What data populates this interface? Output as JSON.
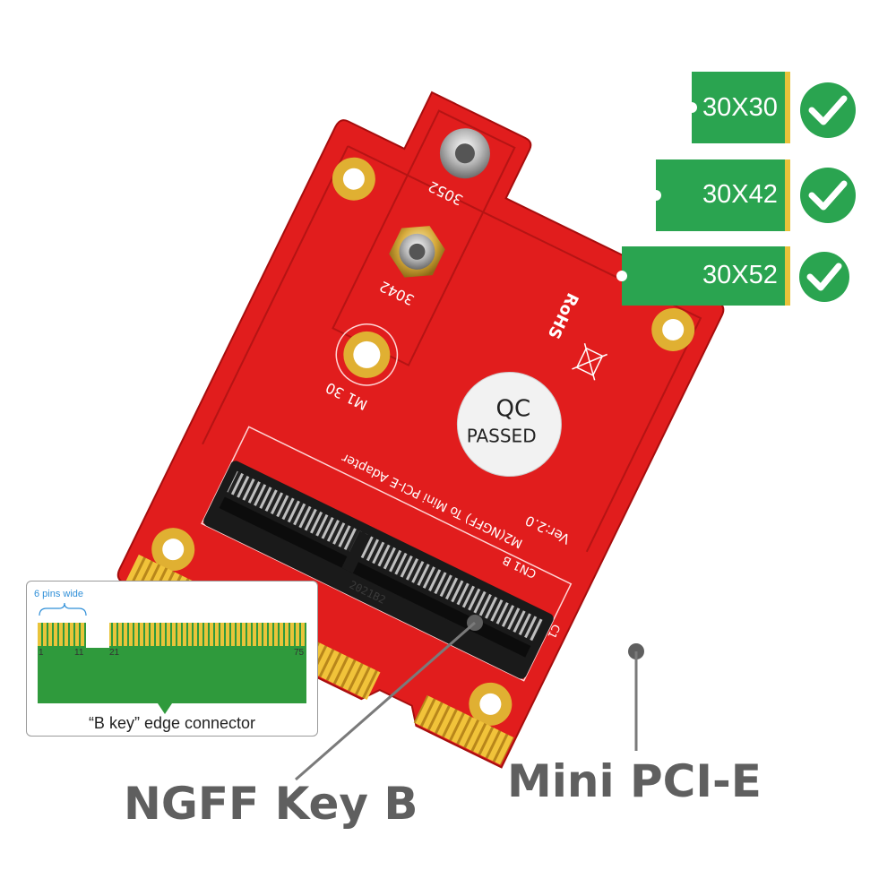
{
  "board": {
    "rohs_mark": "RoHS",
    "standoff_labels": [
      "3052",
      "3042"
    ],
    "m1_label": "M1 30",
    "qc_sticker": {
      "line1": "QC",
      "line2": "PASSED"
    },
    "version": "Ver:2.0",
    "title": "M2(NGFF) To Mini PCI-E Adapter",
    "socket_ref": "CN1  B",
    "c1_ref": "C1",
    "socket_print": "2021B2"
  },
  "sizes": [
    {
      "label": "30X30",
      "supported": true
    },
    {
      "label": "30X42",
      "supported": true
    },
    {
      "label": "30X52",
      "supported": true
    }
  ],
  "inset": {
    "pins_wide": "6 pins wide",
    "pin_numbers": [
      "1",
      "11",
      "21",
      "75"
    ],
    "caption": "“B key”  edge connector"
  },
  "callouts": {
    "ngff": "NGFF Key B",
    "minipcie": "Mini PCI-E"
  },
  "colors": {
    "pcb_red": "#e11d1d",
    "gold": "#e7b928",
    "badge_green": "#2aa450",
    "label_gray": "#5f5f5f"
  }
}
